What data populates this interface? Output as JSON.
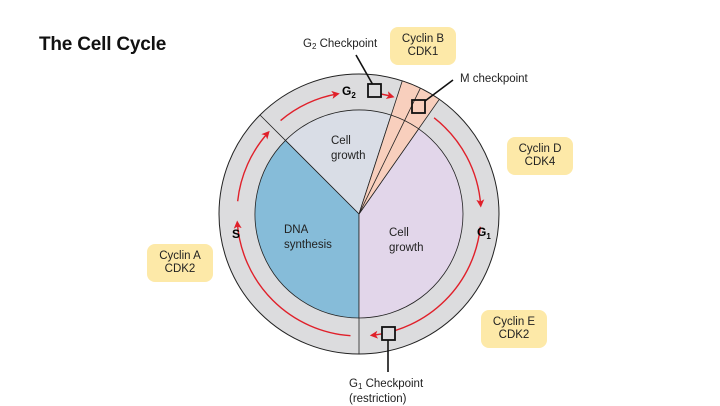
{
  "title": "The Cell Cycle",
  "colors": {
    "outer_ring": "#dcdcde",
    "g2_sector": "#d9dde6",
    "s_sector": "#86bcd9",
    "g1_sector": "#e2d6ea",
    "m_sector": "#f8cfbd",
    "arrow": "#e0202a",
    "cyclin_box": "#fde9a8",
    "outline": "#222222"
  },
  "phases": {
    "g2": {
      "letter": "G",
      "sub": "2"
    },
    "g1": {
      "letter": "G",
      "sub": "1"
    },
    "s": {
      "letter": "S"
    }
  },
  "sectors": {
    "g2_text": [
      "Cell",
      "growth"
    ],
    "s_text": [
      "DNA",
      "synthesis"
    ],
    "g1_text": [
      "Cell",
      "growth"
    ]
  },
  "checkpoints": {
    "g2": {
      "prefix": "G",
      "sub": "2",
      "suffix": " Checkpoint"
    },
    "m": {
      "label": "M checkpoint"
    },
    "g1": {
      "prefix": "G",
      "sub": "1",
      "suffix": " Checkpoint",
      "line2": "(restriction)"
    }
  },
  "cyclins": [
    {
      "id": "b",
      "line1": "Cyclin B",
      "line2": "CDK1"
    },
    {
      "id": "d",
      "line1": "Cyclin D",
      "line2": "CDK4"
    },
    {
      "id": "a",
      "line1": "Cyclin A",
      "line2": "CDK2"
    },
    {
      "id": "e",
      "line1": "Cyclin E",
      "line2": "CDK2"
    }
  ]
}
